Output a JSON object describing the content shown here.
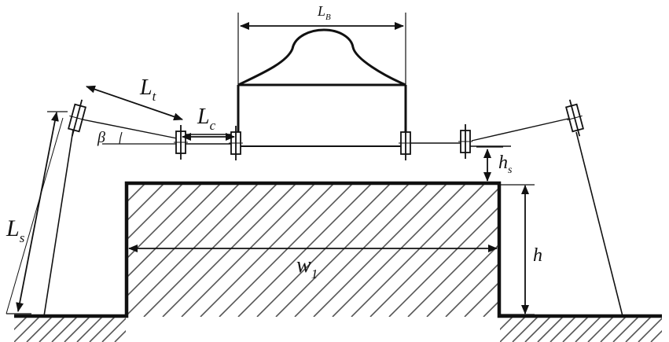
{
  "diagram": {
    "labels": {
      "lb": {
        "main": "L",
        "sub": "B"
      },
      "lt": {
        "main": "L",
        "sub": "t"
      },
      "lc": {
        "main": "L",
        "sub": "c"
      },
      "beta": {
        "main": "β"
      },
      "ls": {
        "main": "L",
        "sub": "s"
      },
      "hs": {
        "main": "h",
        "sub": "s"
      },
      "h": {
        "main": "h"
      },
      "w1": {
        "main": "w",
        "sub": "1"
      }
    },
    "colors": {
      "stroke": "#111111",
      "hatch": "#555555",
      "background": "#ffffff"
    }
  }
}
